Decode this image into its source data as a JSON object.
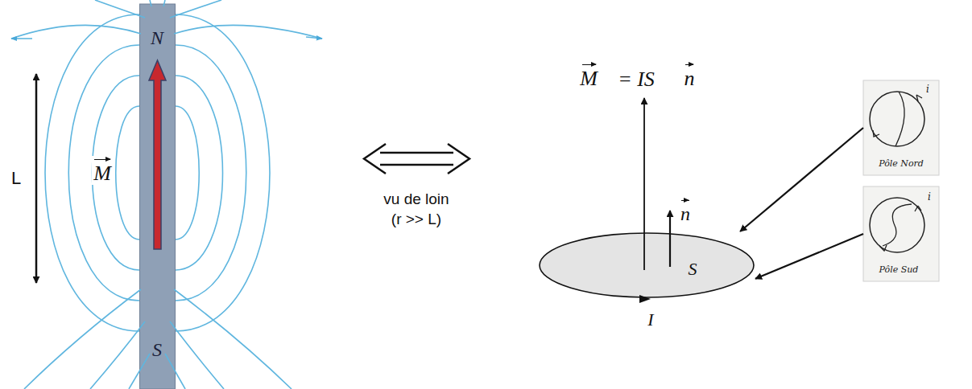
{
  "diagram": {
    "nodes": [
      {
        "text": [
          "N",
          "S"
        ]
      },
      {
        "text": [
          "S"
        ]
      },
      {
        "text": [
          "i",
          "Pôle Nord"
        ]
      },
      {
        "text": [
          "i",
          "Pôle Sud"
        ]
      }
    ],
    "edges": [
      {
        "from": 2,
        "to": 1,
        "arrow": "to"
      },
      {
        "from": 3,
        "to": 1,
        "arrow": "to"
      }
    ],
    "labels": [
      "L",
      "M",
      "vu de loin",
      "(r >> L)",
      "M",
      "= IS",
      "n",
      "n",
      "I"
    ]
  }
}
